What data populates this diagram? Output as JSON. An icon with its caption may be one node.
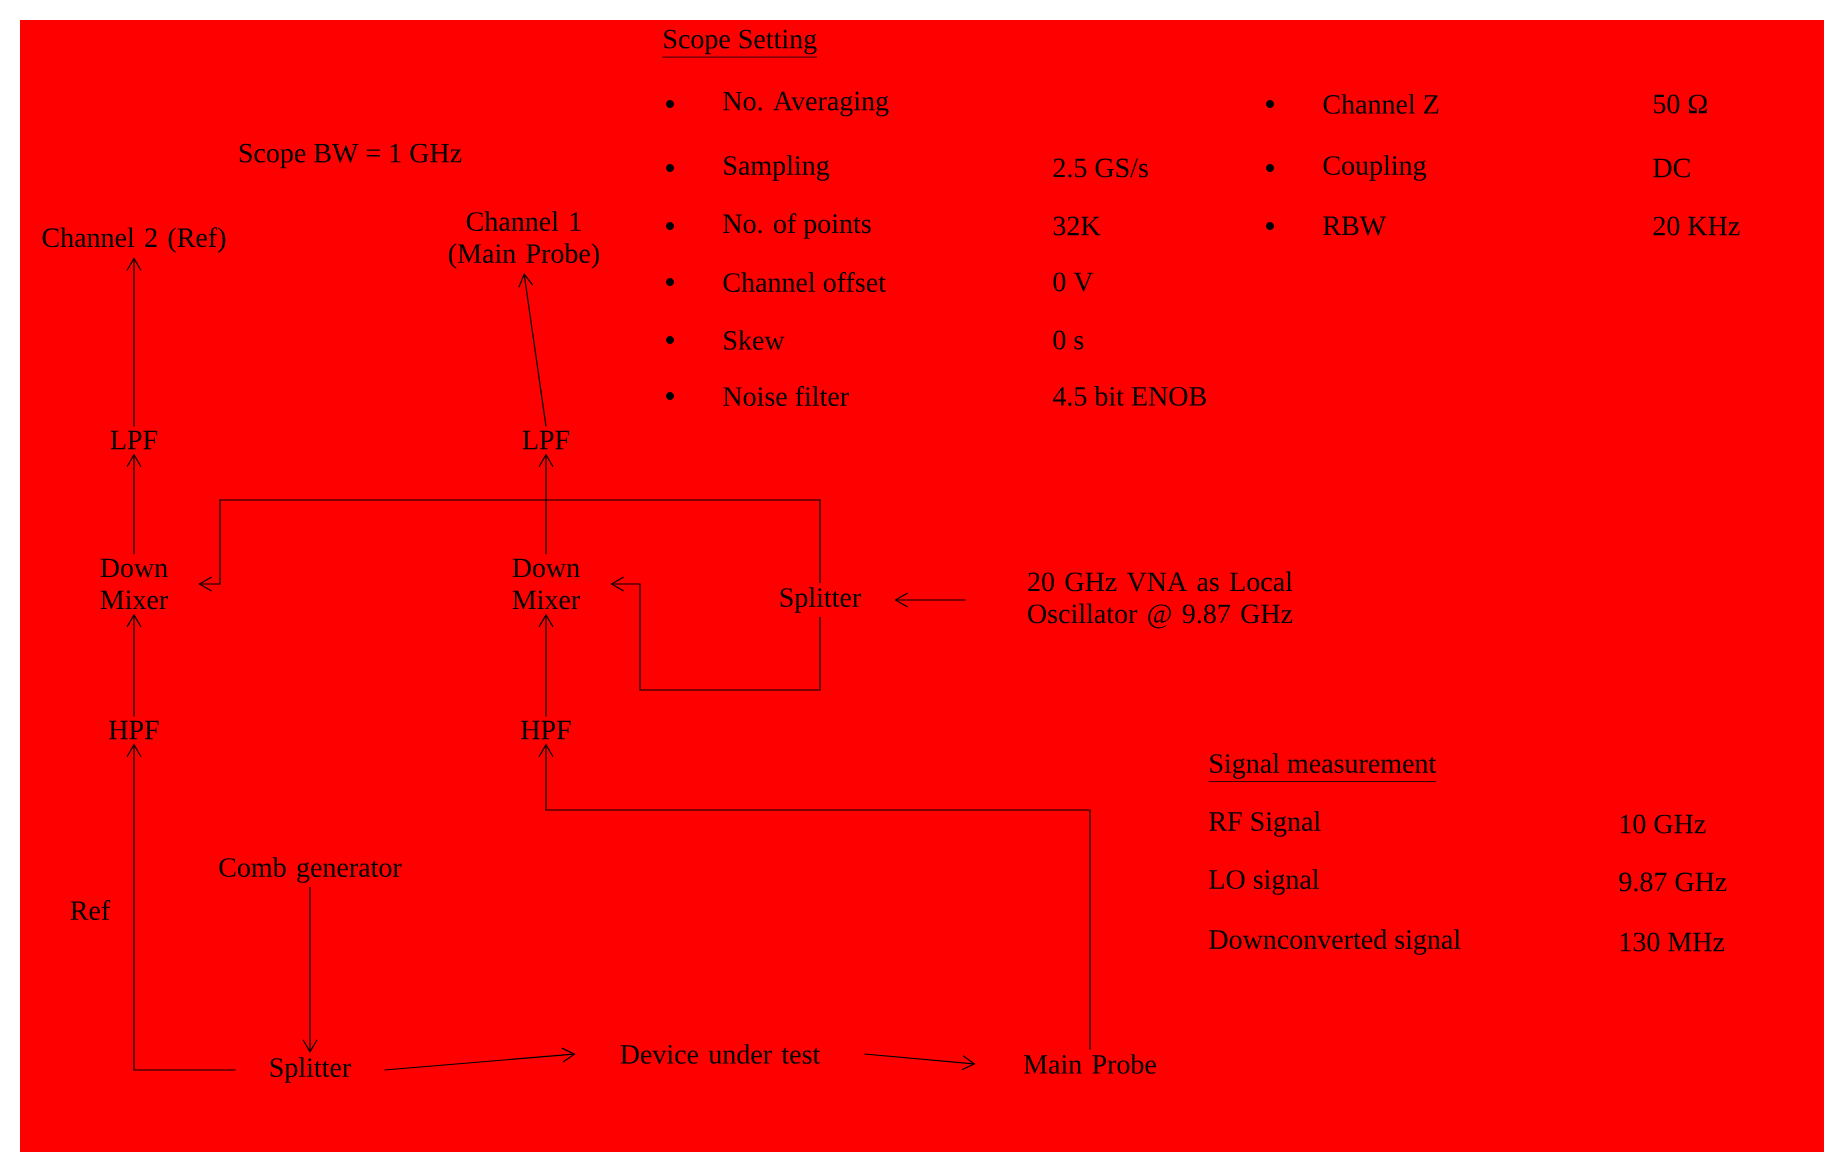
{
  "diagram": {
    "nodes": [
      {
        "text": [
          "Channel 2 (Ref)"
        ]
      },
      {
        "text": [
          "Channel 1 (Main Probe)"
        ]
      },
      {
        "text": [
          "LPF"
        ]
      },
      {
        "text": [
          "LPF"
        ]
      },
      {
        "text": [
          "Down Mixer"
        ]
      },
      {
        "text": [
          "Down Mixer"
        ]
      },
      {
        "text": [
          "HPF"
        ]
      },
      {
        "text": [
          "HPF"
        ]
      },
      {
        "text": [
          "Splitter"
        ]
      },
      {
        "text": [
          "20 GHz VNA as Local Oscillator @ 9.87 GHz"
        ]
      },
      {
        "text": [
          "Comb generator"
        ]
      },
      {
        "text": [
          "Splitter"
        ]
      },
      {
        "text": [
          "Device under test"
        ]
      },
      {
        "text": [
          "Main Probe"
        ]
      }
    ],
    "edges": [
      {
        "from": 2,
        "to": 0,
        "arrow": "to"
      },
      {
        "from": 3,
        "to": 1,
        "arrow": "to"
      },
      {
        "from": 4,
        "to": 2,
        "arrow": "to"
      },
      {
        "from": 5,
        "to": 3,
        "arrow": "to"
      },
      {
        "from": 6,
        "to": 4,
        "arrow": "to"
      },
      {
        "from": 7,
        "to": 5,
        "arrow": "to"
      },
      {
        "from": 9,
        "to": 8,
        "arrow": "to"
      },
      {
        "from": 8,
        "to": 4,
        "arrow": "to"
      },
      {
        "from": 8,
        "to": 5,
        "arrow": "to"
      },
      {
        "from": 10,
        "to": 11,
        "arrow": "to"
      },
      {
        "from": 11,
        "to": 12,
        "arrow": "to"
      },
      {
        "from": 12,
        "to": 13,
        "arrow": "to"
      },
      {
        "from": 11,
        "to": 6,
        "arrow": "to",
        "label": "Ref"
      },
      {
        "from": 13,
        "to": 7,
        "arrow": "to"
      }
    ],
    "labels": [
      "Scope BW = 1 GHz",
      "Scope Setting",
      "No. Averaging",
      "Channel Z",
      "50 Ω",
      "Sampling",
      "2.5 GS/s",
      "Coupling",
      "DC",
      "No. of points",
      "32K",
      "RBW",
      "20 KHz",
      "Channel offset",
      "0 V",
      "Skew",
      "0 s",
      "Noise filter",
      "4.5 bit ENOB",
      "Signal measurement",
      "RF Signal",
      "10 GHz",
      "LO signal",
      "9.87 GHz",
      "Downconverted signal",
      "130 MHz"
    ]
  }
}
